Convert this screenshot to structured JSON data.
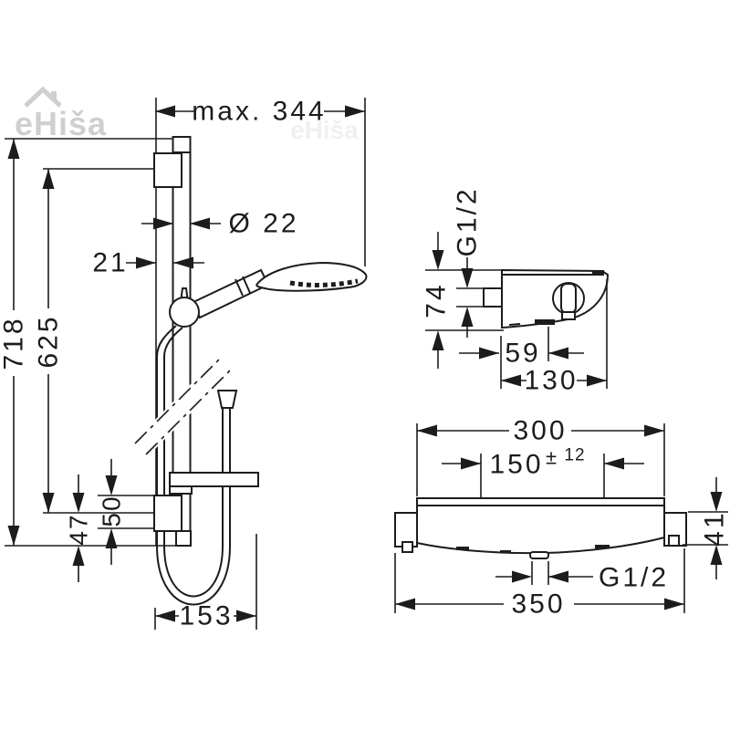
{
  "watermark": {
    "brand": "eHiša"
  },
  "shower_unit": {
    "dim_width_max": "max. 344",
    "dim_rail_diameter": "Ø 22",
    "dim_wall_offset": "21",
    "dim_total_height": "718",
    "dim_bar_height": "625",
    "dim_bracket_offset": "47",
    "dim_slider_height": "50",
    "dim_hose_loop_width": "153"
  },
  "valve_side_view": {
    "dim_connection_thread": "G1/2",
    "dim_height": "74",
    "dim_handle_depth": "59",
    "dim_total_depth": "130"
  },
  "valve_front_view": {
    "dim_body_width": "300",
    "dim_connection_spacing": "150",
    "dim_tolerance_sign": "±",
    "dim_tolerance_value": "12",
    "dim_body_height": "41",
    "dim_outlet_thread": "G1/2",
    "dim_total_width": "350"
  }
}
